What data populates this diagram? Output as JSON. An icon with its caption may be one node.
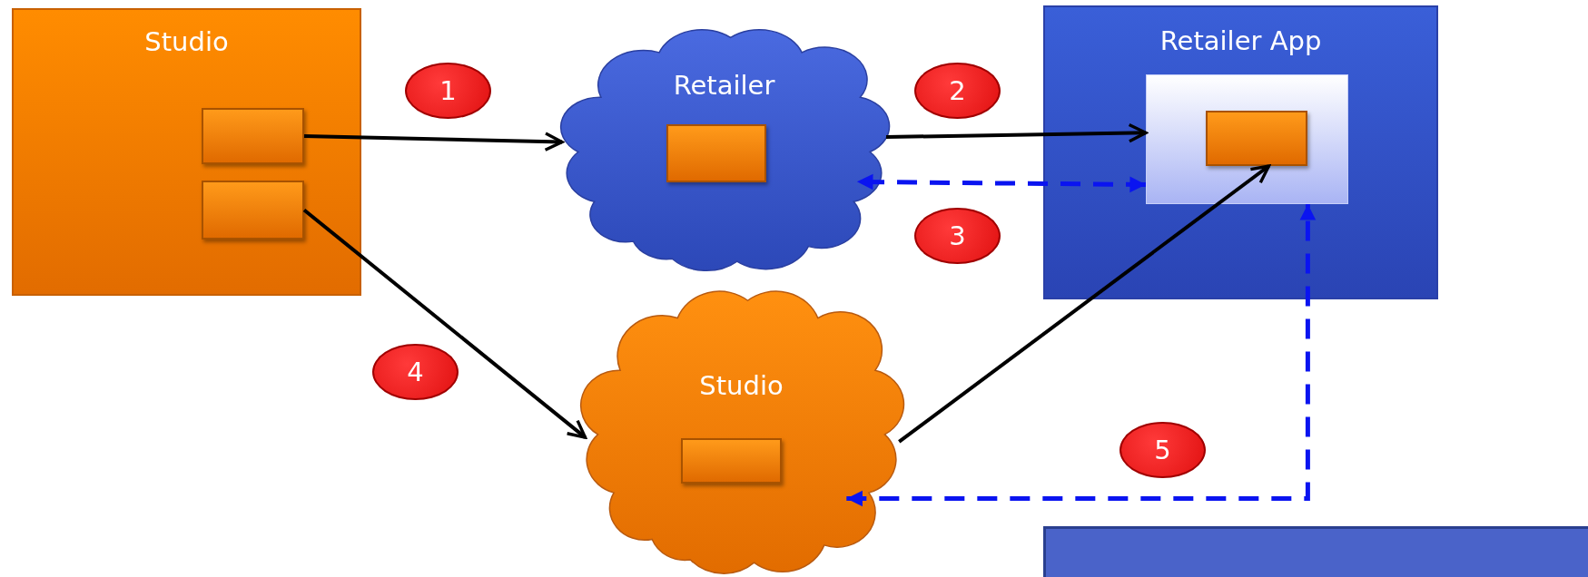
{
  "diagram": {
    "nodes": [
      {
        "text": [
          "Studio"
        ]
      },
      {
        "text": [],
        "shape": "box",
        "in": 0
      },
      {
        "text": [],
        "shape": "box",
        "in": 0
      },
      {
        "text": [
          "Retailer"
        ]
      },
      {
        "text": [],
        "shape": "box",
        "in": 3
      },
      {
        "text": [
          "Retailer App"
        ]
      },
      {
        "text": [],
        "shape": "box",
        "in": 5
      },
      {
        "text": [],
        "shape": "box",
        "in": 6
      },
      {
        "text": [
          "Studio"
        ]
      },
      {
        "text": [],
        "shape": "box",
        "in": 8
      },
      {
        "text": [],
        "shape": "box"
      },
      {
        "text": [
          "1"
        ]
      },
      {
        "text": [
          "2"
        ]
      },
      {
        "text": [
          "3"
        ]
      },
      {
        "text": [
          "4"
        ]
      },
      {
        "text": [
          "5"
        ]
      }
    ],
    "edges": [
      {
        "from": 1,
        "to": 3,
        "arrow": "to"
      },
      {
        "from": 3,
        "to": 6,
        "arrow": "to"
      },
      {
        "from": 6,
        "to": 3,
        "arrow": "both",
        "style": "dashed",
        "color": "#0a14f0"
      },
      {
        "from": 2,
        "to": 8,
        "arrow": "to"
      },
      {
        "from": 8,
        "to": 7,
        "arrow": "to"
      },
      {
        "from": 8,
        "to": 6,
        "arrow": "both",
        "style": "dashed",
        "color": "#0a14f0"
      }
    ]
  }
}
